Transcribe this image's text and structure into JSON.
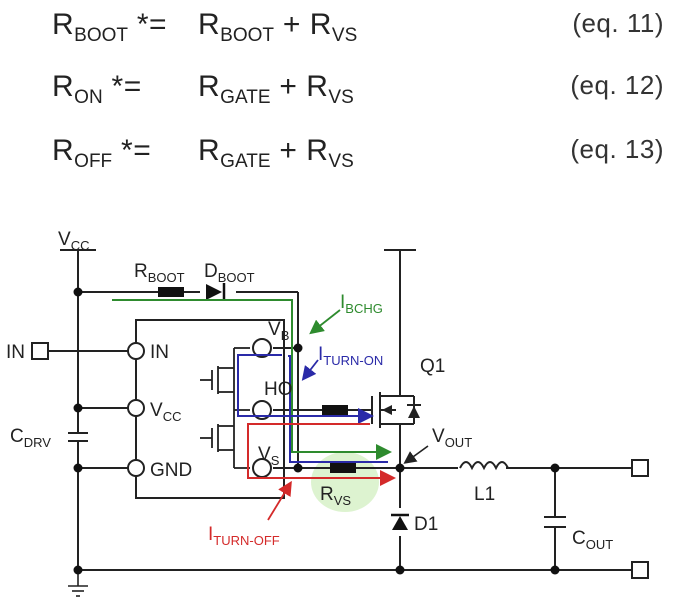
{
  "equations": [
    {
      "lhs_base": "R",
      "lhs_sub": "BOOT",
      "star_eq": "*=",
      "t1_base": "R",
      "t1_sub": "BOOT",
      "plus": "+",
      "t2_base": "R",
      "t2_sub": "VS",
      "number": "(eq. 11)"
    },
    {
      "lhs_base": "R",
      "lhs_sub": "ON",
      "star_eq": "*=",
      "t1_base": "R",
      "t1_sub": "GATE",
      "plus": "+",
      "t2_base": "R",
      "t2_sub": "VS",
      "number": "(eq. 12)"
    },
    {
      "lhs_base": "R",
      "lhs_sub": "OFF",
      "star_eq": "*=",
      "t1_base": "R",
      "t1_sub": "GATE",
      "plus": "+",
      "t2_base": "R",
      "t2_sub": "VS",
      "number": "(eq. 13)"
    }
  ],
  "labels": {
    "vcc_base": "V",
    "vcc_sub": "CC",
    "rboot_base": "R",
    "rboot_sub": "BOOT",
    "dboot_base": "D",
    "dboot_sub": "BOOT",
    "ibchg_base": "I",
    "ibchg_sub": "BCHG",
    "vb_base": "V",
    "vb_sub": "B",
    "iturnon_base": "I",
    "iturnon_sub": "TURN-ON",
    "q1": "Q1",
    "in_pin": "IN",
    "in_port": "IN",
    "ho": "HO",
    "vcc_pin_base": "V",
    "vcc_pin_sub": "CC",
    "cdrv_base": "C",
    "cdrv_sub": "DRV",
    "vout_base": "V",
    "vout_sub": "OUT",
    "gnd": "GND",
    "vs_base": "V",
    "vs_sub": "S",
    "l1": "L1",
    "rvs_base": "R",
    "rvs_sub": "VS",
    "d1": "D1",
    "cout_base": "C",
    "cout_sub": "OUT",
    "iturnoff_base": "I",
    "iturnoff_sub": "TURN-OFF"
  },
  "colors": {
    "wire": "#222222",
    "bootstrap_path": "#2e8b2e",
    "turn_on_path": "#2a2aa8",
    "turn_off_path": "#d42a2a",
    "highlight": "#d4f0c4"
  }
}
